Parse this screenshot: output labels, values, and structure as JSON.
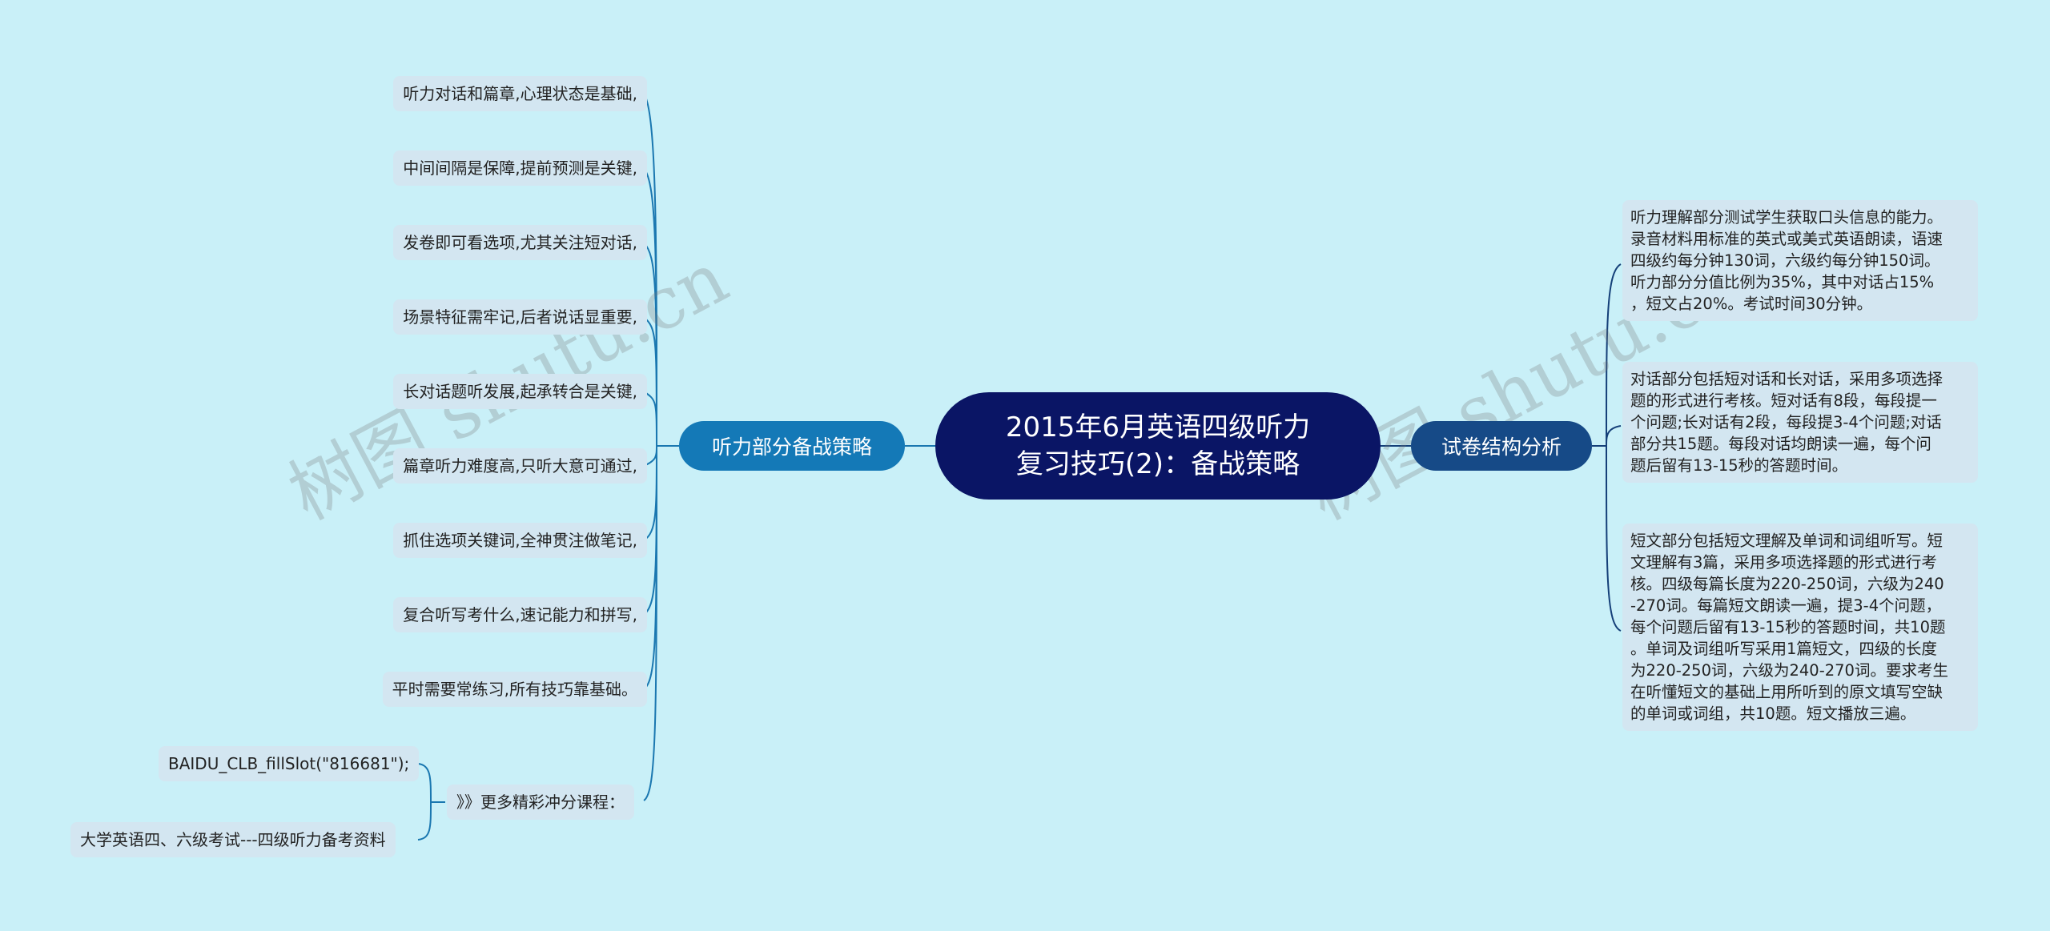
{
  "root": {
    "line1": "2015年6月英语四级听力",
    "line2": "复习技巧(2)：备战策略"
  },
  "left_branch": {
    "label": "听力部分备战策略",
    "items": [
      "听力对话和篇章,心理状态是基础,",
      "中间间隔是保障,提前预测是关键,",
      "发卷即可看选项,尤其关注短对话,",
      "场景特征需牢记,后者说话显重要,",
      "长对话题听发展,起承转合是关键,",
      "篇章听力难度高,只听大意可通过,",
      "抓住选项关键词,全神贯注做笔记,",
      "复合听写考什么,速记能力和拼写,",
      "平时需要常练习,所有技巧靠基础。"
    ],
    "more": {
      "label": "》》更多精彩冲分课程：",
      "children": [
        "BAIDU_CLB_fillSlot(\"816681\");",
        "大学英语四、六级考试---四级听力备考资料"
      ]
    }
  },
  "right_branch": {
    "label": "试卷结构分析",
    "paragraphs": [
      [
        "听力理解部分测试学生获取口头信息的能力。",
        "录音材料用标准的英式或美式英语朗读，语速",
        "四级约每分钟130词，六级约每分钟150词。",
        "听力部分分值比例为35%，其中对话占15%",
        "，短文占20%。考试时间30分钟。"
      ],
      [
        "对话部分包括短对话和长对话，采用多项选择",
        "题的形式进行考核。短对话有8段，每段提一",
        "个问题;长对话有2段，每段提3-4个问题;对话",
        "部分共15题。每段对话均朗读一遍，每个问",
        "题后留有13-15秒的答题时间。"
      ],
      [
        "短文部分包括短文理解及单词和词组听写。短",
        "文理解有3篇，采用多项选择题的形式进行考",
        "核。四级每篇长度为220-250词，六级为240",
        "-270词。每篇短文朗读一遍，提3-4个问题，",
        "每个问题后留有13-15秒的答题时间，共10题",
        "。单词及词组听写采用1篇短文，四级的长度",
        "为220-250词，六级为240-270词。要求考生",
        "在听懂短文的基础上用所听到的原文填写空缺",
        "的单词或词组，共10题。短文播放三遍。"
      ]
    ]
  },
  "watermarks": [
    "树图 shutu.cn",
    "树图 shutu.cn"
  ],
  "colors": {
    "background": "#c9f0f8",
    "root": "#0a1565",
    "left_branch": "#1479b7",
    "right_branch": "#164a87",
    "connector_left": "#1a77b0",
    "connector_right": "#143f78",
    "leaf_bg": "#d3e6f1"
  }
}
